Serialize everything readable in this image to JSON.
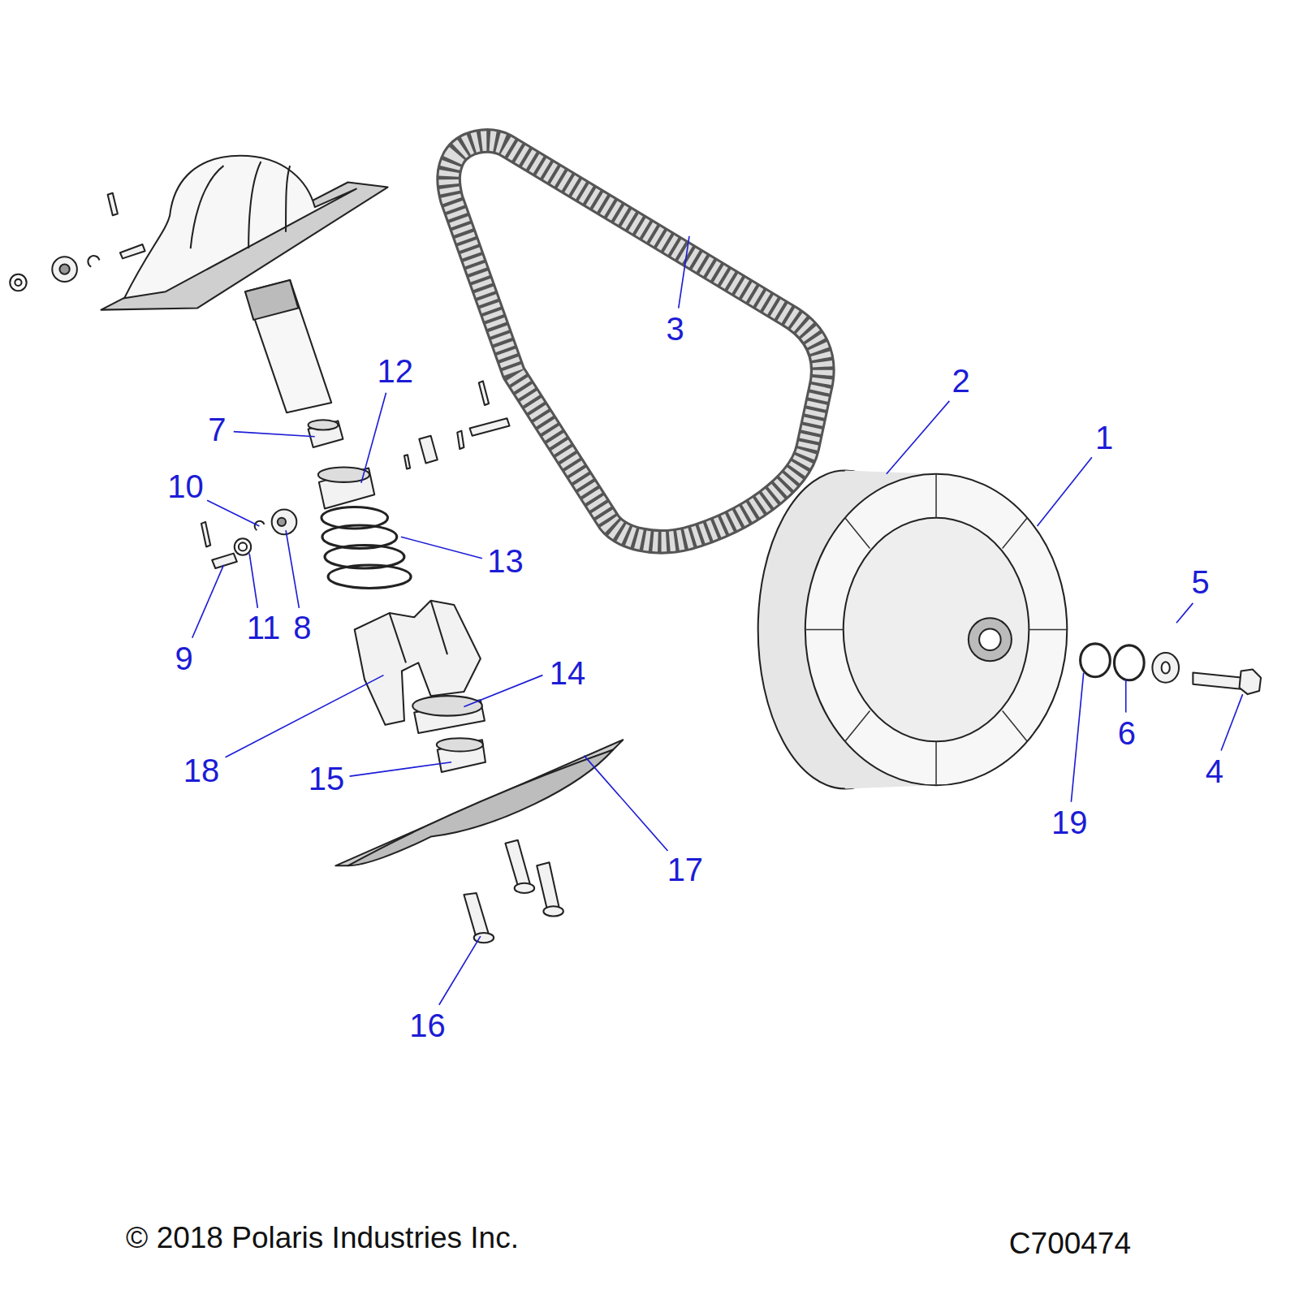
{
  "diagram": {
    "labels": [
      "3",
      "12",
      "2",
      "7",
      "1",
      "10",
      "13",
      "5",
      "11",
      "8",
      "9",
      "14",
      "6",
      "18",
      "15",
      "4",
      "19",
      "17",
      "16",
      "© 2018 Polaris Industries Inc.",
      "C700474"
    ]
  }
}
